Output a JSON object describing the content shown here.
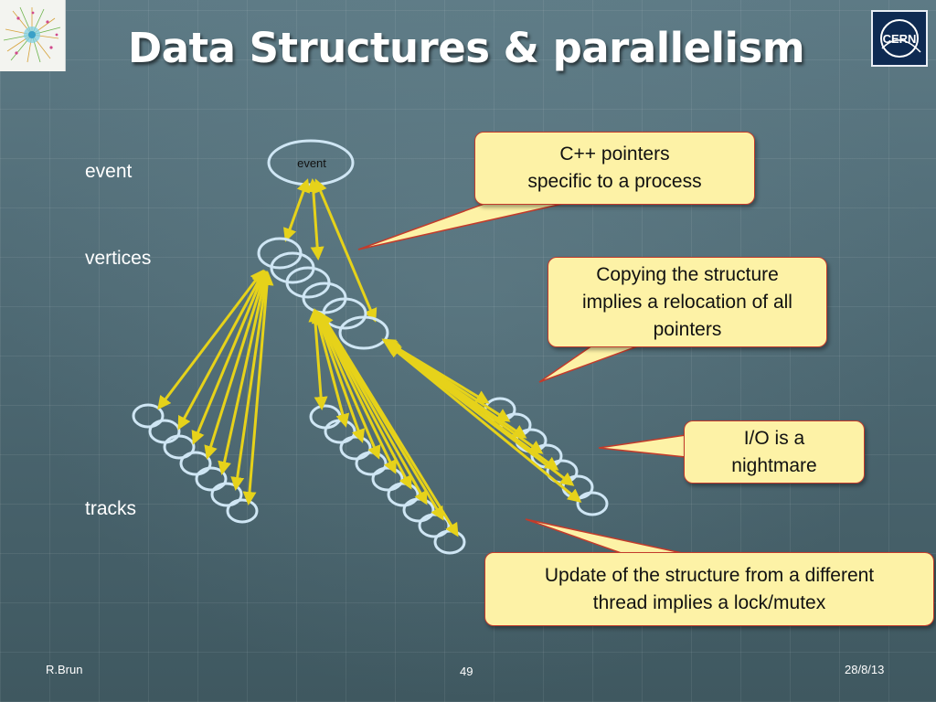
{
  "title": "Data Structures & parallelism",
  "labels": {
    "event": "event",
    "vertices": "vertices",
    "tracks": "tracks",
    "event_node": "event"
  },
  "callouts": {
    "pointers": {
      "line1": "C++ pointers",
      "line2": "specific to a process"
    },
    "copying": {
      "line1": "Copying the structure",
      "line2": "implies a relocation of all",
      "line3": "pointers"
    },
    "io": {
      "line1": "I/O is a",
      "line2": "nightmare"
    },
    "update": {
      "line1": "Update of the structure from a different",
      "line2": "thread implies a lock/mutex"
    }
  },
  "footer": {
    "author": "R.Brun",
    "page": "49",
    "date": "28/8/13"
  },
  "colors": {
    "arrow": "#e6d21a",
    "ring": "#cfe6f4",
    "callout_fill": "#fdf2a6",
    "callout_border": "#c33b2b"
  },
  "logo_right_text": "CERN"
}
